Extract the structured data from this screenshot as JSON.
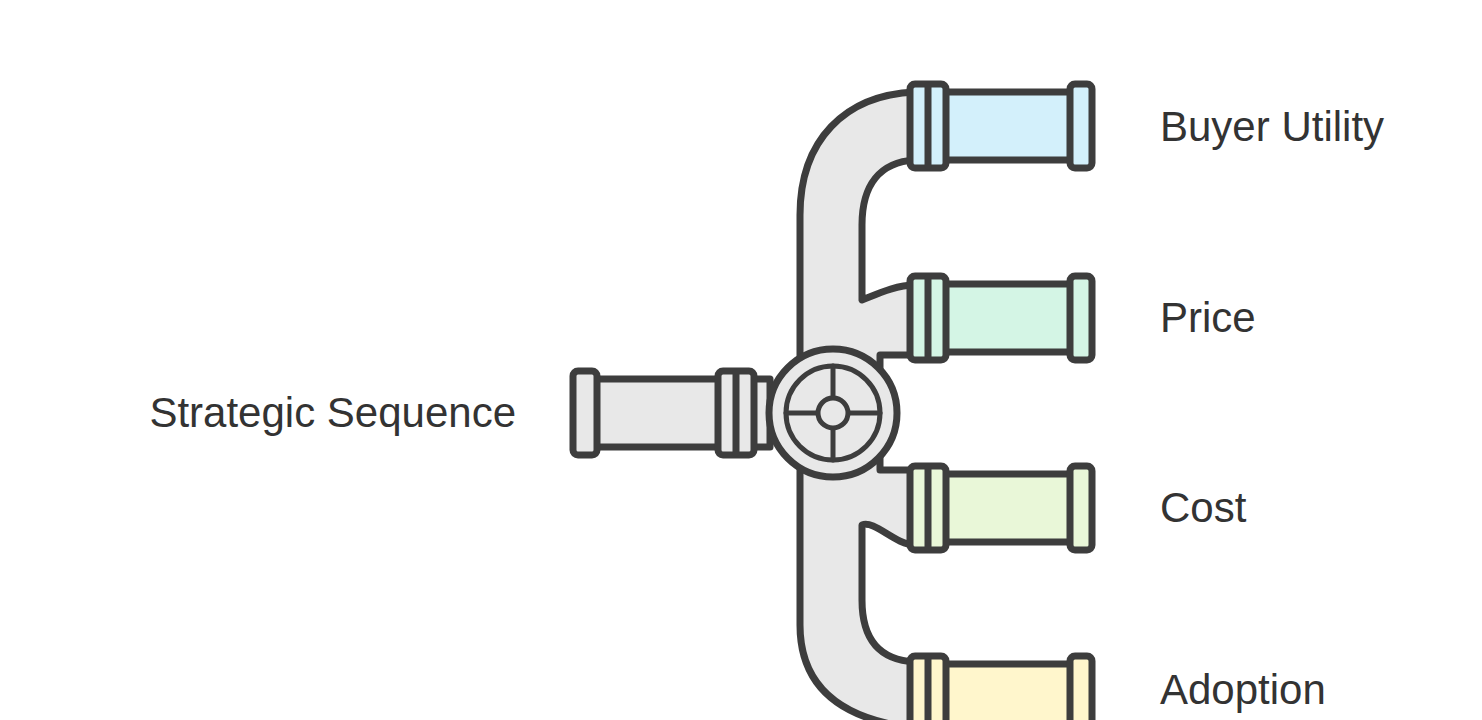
{
  "diagram": {
    "labels": [
      "Strategic Sequence",
      "Buyer Utility",
      "Price",
      "Cost",
      "Adoption"
    ]
  }
}
